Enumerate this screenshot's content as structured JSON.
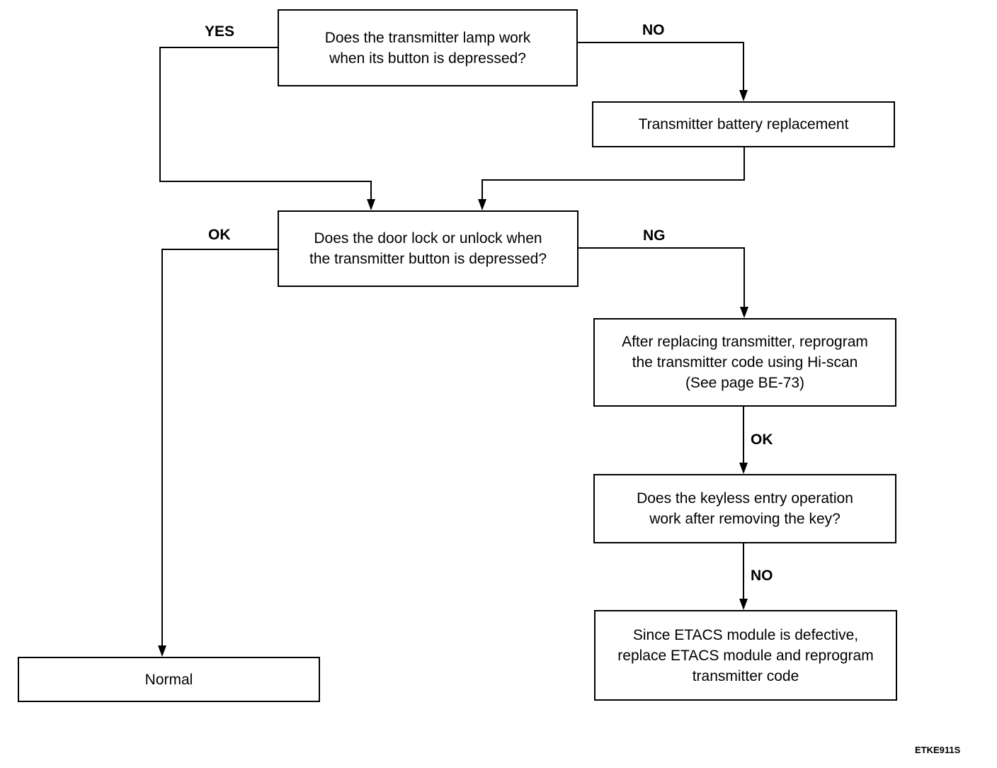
{
  "boxes": {
    "q1": {
      "line1": "Does the transmitter lamp work",
      "line2": "when its button is depressed?"
    },
    "battery": {
      "line1": "Transmitter battery replacement"
    },
    "q2": {
      "line1": "Does the door lock or unlock when",
      "line2": "the transmitter button is depressed?"
    },
    "reprogram": {
      "line1": "After replacing transmitter, reprogram",
      "line2": "the transmitter code using Hi-scan",
      "line3": "(See page BE-73)"
    },
    "q3": {
      "line1": "Does the keyless entry operation",
      "line2": "work after removing the key?"
    },
    "etacs": {
      "line1": "Since ETACS module is defective,",
      "line2": "replace ETACS module and reprogram",
      "line3": "transmitter code"
    },
    "normal": {
      "line1": "Normal"
    }
  },
  "labels": {
    "yes": "YES",
    "no_top": "NO",
    "ok_left": "OK",
    "ng": "NG",
    "ok_right": "OK",
    "no_bottom": "NO"
  },
  "figure_code": "ETKE911S"
}
